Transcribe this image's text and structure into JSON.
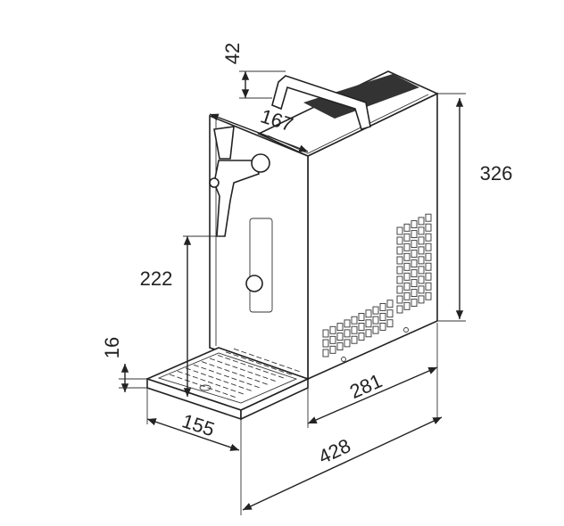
{
  "dimensions": {
    "handle_height": "42",
    "top_depth": "167",
    "total_height": "326",
    "tap_clearance": "222",
    "tray_height": "16",
    "body_depth": "281",
    "tray_width": "155",
    "total_depth": "428"
  },
  "colors": {
    "line": "#222222",
    "background": "#ffffff"
  }
}
